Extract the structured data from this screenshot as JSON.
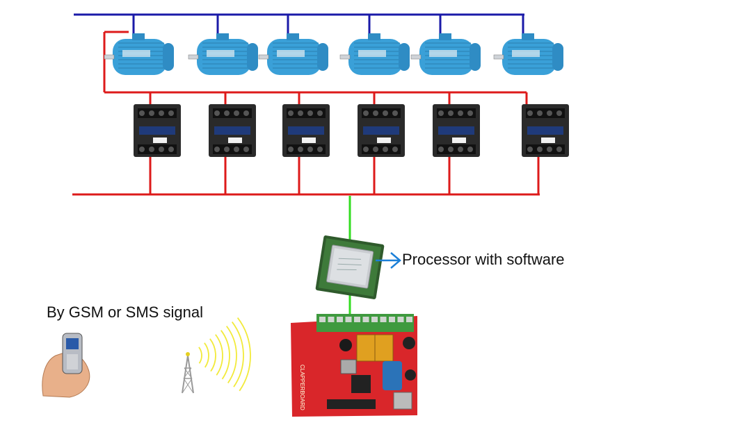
{
  "colors": {
    "signal_bus": "#1a1aa8",
    "power_bus": "#dd1a1a",
    "data_link": "#33dd22",
    "callout_arrow": "#1b7fd8",
    "motor_body": "#3aa0d8",
    "contactor_body": "#2a2a2a",
    "board": "#d9262a",
    "terminal_block": "#3f9a3f",
    "signal_waves": "#f2ea3a"
  },
  "labels": {
    "gsm_signal": "By GSM or SMS signal",
    "processor": "Processor with software"
  },
  "components": {
    "motors": [
      {
        "icon": "electric-motor"
      },
      {
        "icon": "electric-motor"
      },
      {
        "icon": "electric-motor"
      },
      {
        "icon": "electric-motor"
      },
      {
        "icon": "electric-motor"
      },
      {
        "icon": "electric-motor"
      }
    ],
    "contactors": [
      {
        "icon": "contactor"
      },
      {
        "icon": "contactor"
      },
      {
        "icon": "contactor"
      },
      {
        "icon": "contactor"
      },
      {
        "icon": "contactor"
      },
      {
        "icon": "contactor"
      }
    ],
    "processor_icon": "cpu-chip",
    "controller_board_icon": "gsm-controller-board",
    "phone_icon": "mobile-phone-in-hand",
    "tower_icon": "radio-tower"
  }
}
